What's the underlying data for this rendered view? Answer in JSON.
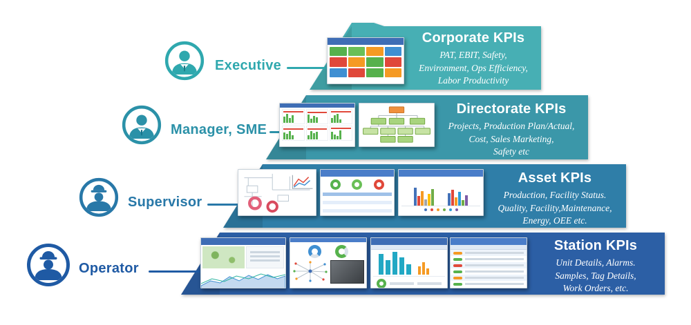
{
  "diagram": {
    "type": "pyramid-hierarchy",
    "subject": "KPI hierarchy by role"
  },
  "levels": [
    {
      "persona": "Executive",
      "kpi_title": "Corporate KPIs",
      "kpi_description": "PAT, EBIT, Safety,\nEnvironment, Ops Efficiency,\nLabor Productivity",
      "band_color": "#47AFB4",
      "accent_color": "#2FA8AE"
    },
    {
      "persona": "Manager, SME",
      "kpi_title": "Directorate KPIs",
      "kpi_description": "Projects, Production Plan/Actual,\nCost, Sales Marketing,\nSafety  etc",
      "band_color": "#3B97A9",
      "accent_color": "#2B91A8"
    },
    {
      "persona": "Supervisor",
      "kpi_title": "Asset KPIs",
      "kpi_description": "Production, Facility Status.\nQuality, Facility,Maintenance,\nEnergy, OEE etc.",
      "band_color": "#2F7EA8",
      "accent_color": "#2878A8"
    },
    {
      "persona": "Operator",
      "kpi_title": "Station KPIs",
      "kpi_description": "Unit Details, Alarms.\nSamples, Tag Details,\nWork Orders, etc.",
      "band_color": "#2C5FA5",
      "accent_color": "#1F5AA4"
    }
  ]
}
